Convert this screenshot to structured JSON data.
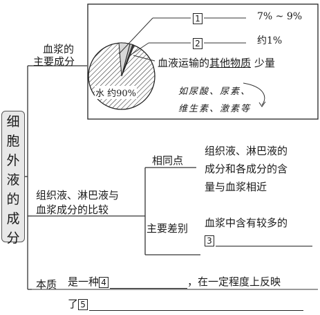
{
  "root": {
    "title_chars": [
      "细",
      "胞",
      "外",
      "液",
      "的",
      "成",
      "分"
    ]
  },
  "plasma": {
    "branch_label_line1": "血浆的",
    "branch_label_line2": "主要成分",
    "water_label": "水 约90%",
    "item1": {
      "num": "1",
      "value": "7% ~ 9%"
    },
    "item2": {
      "num": "2",
      "value": "约1%"
    },
    "item3": {
      "text_pre": "血液运输的",
      "text_underlined": "其他物质",
      "text_post": "少量"
    },
    "examples_line1": "如尿酸、尿素、",
    "examples_line2": "维生素、激素等"
  },
  "comparison": {
    "branch_label_line1": "组织液、淋巴液与",
    "branch_label_line2": "血浆成分的比较",
    "similarity": {
      "label": "相同点",
      "line1": "组织液、淋巴液的",
      "line2": "成分和各成分的含",
      "line3": "量与血浆相近"
    },
    "difference": {
      "label": "主要差别",
      "line1": "血浆中含有较多的",
      "num": "3"
    }
  },
  "essence": {
    "label": "本质",
    "text_pre": "是一种",
    "num4": "4",
    "text_mid": "，在一定程度上反映",
    "text_line2": "了",
    "num5": "5"
  }
}
